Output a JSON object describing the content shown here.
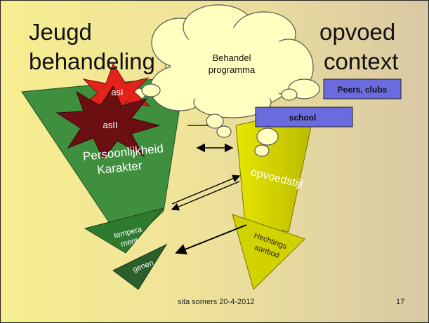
{
  "title_left_line1": "Jeugd",
  "title_left_line2": "behandeling",
  "title_right_line1": "opvoed",
  "title_right_line2": "context",
  "cloud_line1": "Behandel",
  "cloud_line2": "programma",
  "star_asi": "asI",
  "star_asii": "asII",
  "personality_line1": "Persoonlijkheid",
  "personality_line2": "Karakter",
  "temperament_line1": "tempera",
  "temperament_line2": "ment",
  "genes": "genen",
  "peers_box": "Peers, clubs",
  "school_box": "school",
  "parenting_style": "opvoedstijl",
  "attachment_line1": "Hechtings",
  "attachment_line2": "aanbod",
  "footer_author": "sita somers 20-4-2012",
  "page_number": "17",
  "colors": {
    "left_funnel": "#3f8f3f",
    "left_mid": "#2e7a2e",
    "left_bottom": "#2a5e2a",
    "right_funnel": "#c8c800",
    "star_red": "#e3231b",
    "star_dark": "#6b0f12",
    "box_purple": "#6b6be0",
    "cloud": "#ffffc0"
  }
}
